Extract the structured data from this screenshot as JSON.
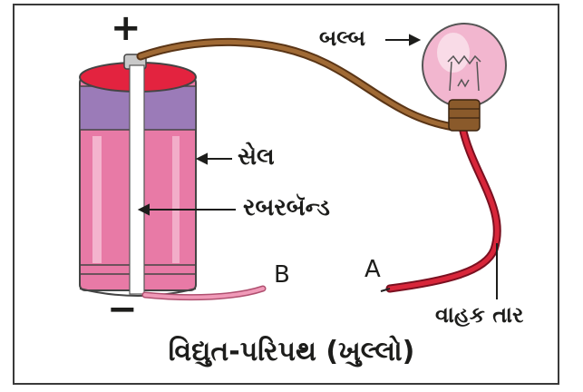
{
  "labels": {
    "bulb": "બલ્બ",
    "cell": "સેલ",
    "rubber_band": "રબરબૅન્ડ",
    "wire": "વાહક તાર",
    "point_a": "A",
    "point_b": "B",
    "plus": "+",
    "minus": "−"
  },
  "caption": "વિદ્યુત-પરિપથ (ખુલ્લો)",
  "colors": {
    "cell_pink": "#e87aa6",
    "cell_top_red": "#e3233f",
    "cell_band_purple": "#9b7bb8",
    "wire_brown": "#8a5a2b",
    "wire_red": "#d8263a",
    "bulb_pink": "#f2b6cf"
  }
}
